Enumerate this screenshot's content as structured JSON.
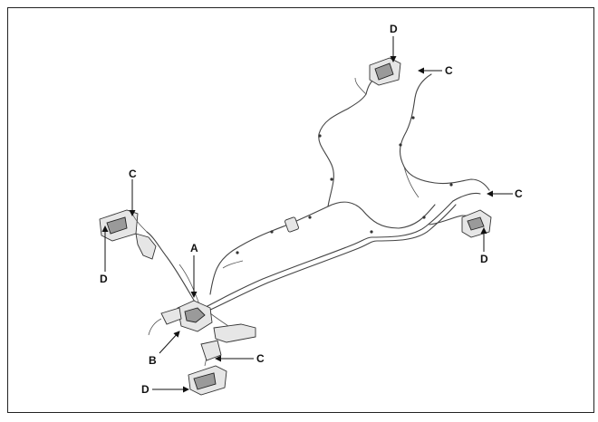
{
  "callouts": {
    "a": "A",
    "b": "B",
    "c_front_left": "C",
    "c_front_right": "C",
    "c_rear_left": "C",
    "c_rear_right": "C",
    "d_front_left": "D",
    "d_front_right": "D",
    "d_rear_left": "D",
    "d_rear_right": "D"
  },
  "colors": {
    "line": "#444444",
    "frame": "#222222",
    "background": "#ffffff"
  }
}
